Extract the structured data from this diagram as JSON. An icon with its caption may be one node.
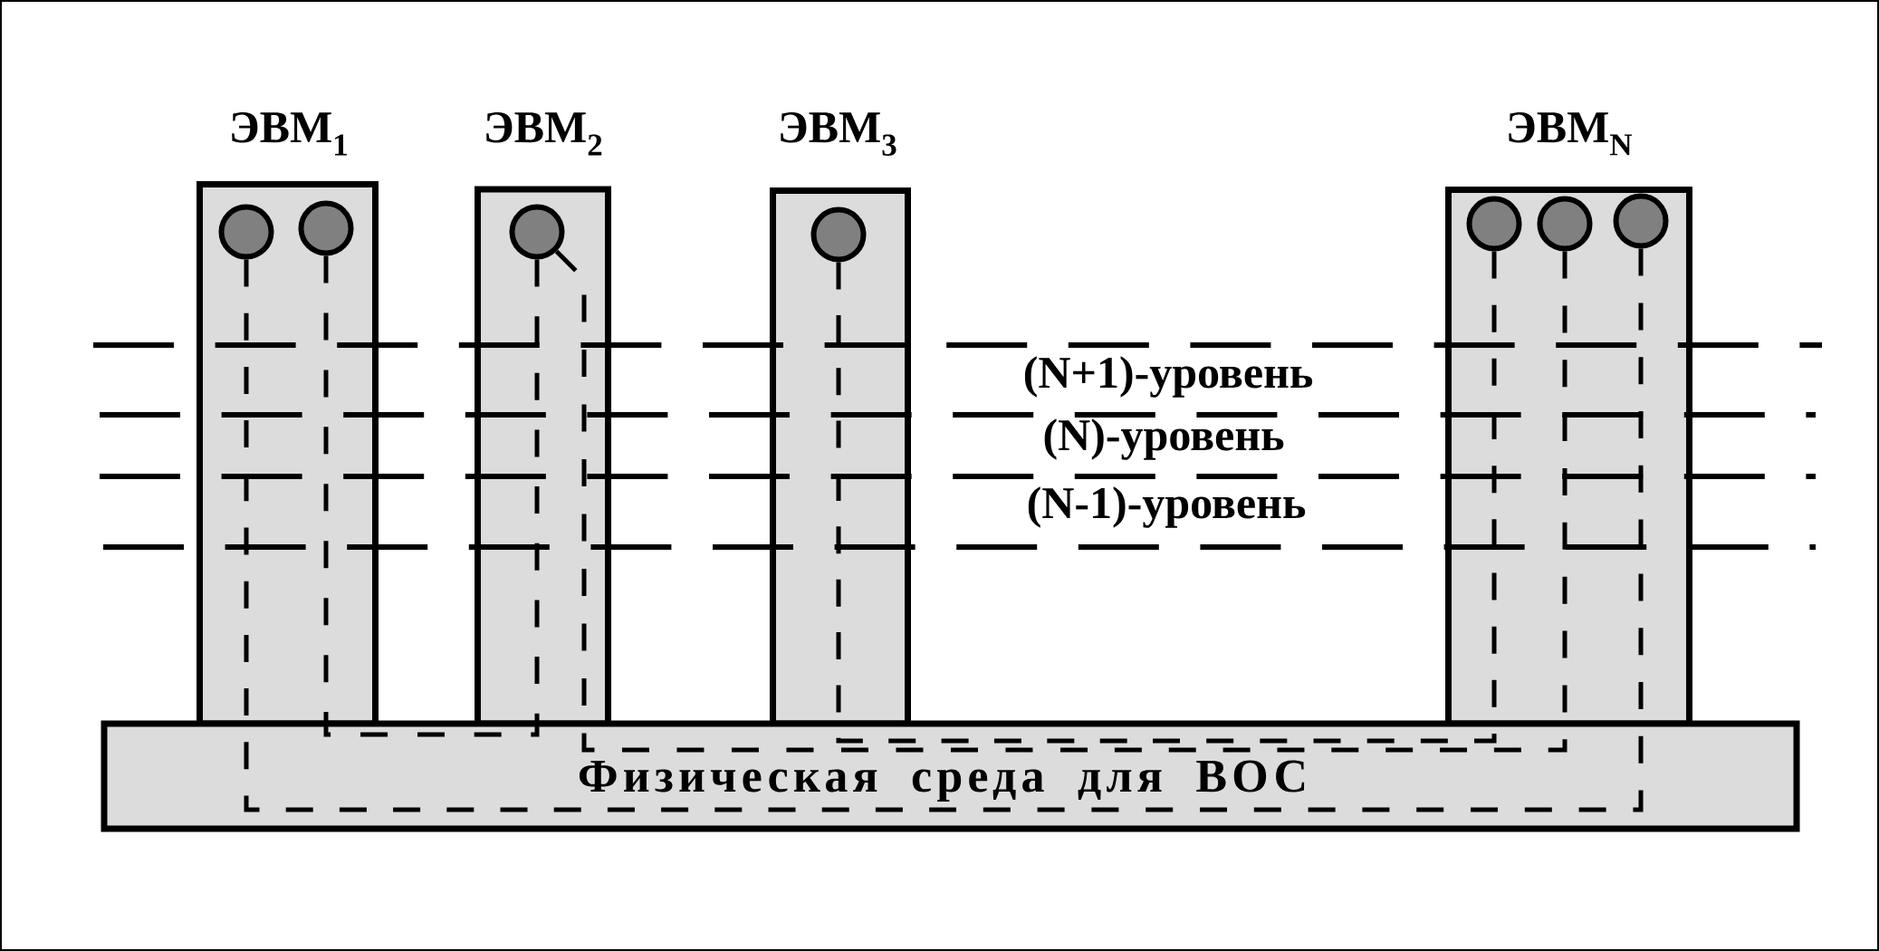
{
  "diagram": {
    "nodes": [
      {
        "text": [
          "ЭВМ$_{1}$"
        ]
      },
      {
        "text": [],
        "shape": "circle",
        "in": 0
      },
      {
        "text": [],
        "shape": "circle",
        "in": 0
      },
      {
        "text": [
          "ЭВМ$_{2}$"
        ]
      },
      {
        "text": [],
        "shape": "circle",
        "in": 3
      },
      {
        "text": [
          "ЭВМ$_{3}$"
        ]
      },
      {
        "text": [],
        "shape": "circle",
        "in": 5
      },
      {
        "text": [
          "ЭВМ$_{N}$"
        ]
      },
      {
        "text": [],
        "shape": "circle",
        "in": 7
      },
      {
        "text": [],
        "shape": "circle",
        "in": 7
      },
      {
        "text": [],
        "shape": "circle",
        "in": 7
      },
      {
        "text": [
          "Физическая среда для ВОС"
        ]
      }
    ],
    "edges": [
      {
        "from": 1,
        "to": 11,
        "arrow": "none",
        "style": "dashed"
      },
      {
        "from": 11,
        "to": 10,
        "arrow": "none",
        "style": "dashed"
      },
      {
        "from": 2,
        "to": 11,
        "arrow": "none",
        "style": "dashed"
      },
      {
        "from": 11,
        "to": 4,
        "arrow": "none",
        "style": "dashed"
      },
      {
        "from": 4,
        "to": 11,
        "arrow": "none",
        "style": "dashed"
      },
      {
        "from": 11,
        "to": 9,
        "arrow": "none",
        "style": "dashed"
      },
      {
        "from": 6,
        "to": 11,
        "arrow": "none",
        "style": "dashed"
      },
      {
        "from": 11,
        "to": 8,
        "arrow": "none",
        "style": "dashed"
      }
    ],
    "labels": [
      "(N+1)-уровень",
      "(N)-уровень",
      "(N-1)-уровень"
    ]
  }
}
